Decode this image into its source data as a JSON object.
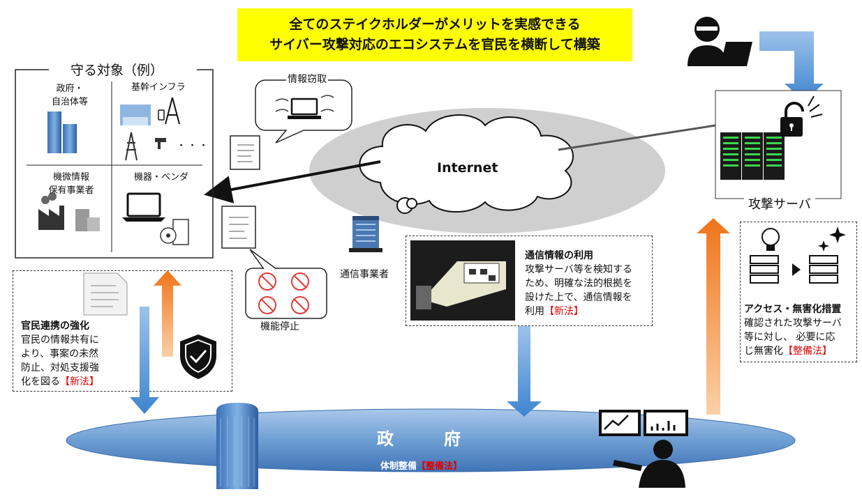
{
  "banner": {
    "line1": "全てのステイクホルダーがメリットを実感できる",
    "line2": "サイバー攻撃対応のエコシステムを官民を横断して構築"
  },
  "protected": {
    "title": "守る対象（例）",
    "government": "政府・\n自治体等",
    "infrastructure": "基幹インフラ",
    "infra_ellipsis": "・・・",
    "sensitive_holders": "機微情報\n保有事業者",
    "equipment_vendors": "機器・ベンダ"
  },
  "info_theft": "情報窃取",
  "function_stop": "機能停止",
  "internet": "Internet",
  "attack_server": "攻撃サーバ",
  "telecom": "通信事業者",
  "collaboration": {
    "title": "官民連携の強化",
    "body": "官民の情報共有に\nより、事案の未然\n防止、対処支援強\n化を図る",
    "tag": "【新法】"
  },
  "comm_info": {
    "title": "通信情報の利用",
    "body": "攻撃サーバ等を検知する\nため、明確な法的根拠を\n設けた上で、通信情報を\n利用",
    "tag": "【新法】"
  },
  "neutralize": {
    "title": "アクセス・無害化措置",
    "body": "確認された攻撃サーバ\n等に対し、 必要に応\nじ無害化",
    "tag": "【整備法】"
  },
  "government": {
    "title": "政　　　府",
    "sub": "体制整備",
    "tag": "【整備法】"
  },
  "colors": {
    "banner": "#ffff00",
    "blue_arrow": "#4a8fd0",
    "orange_arrow": "#f07a1e",
    "red_tag": "#e00000",
    "cloud": "#c8c8c8",
    "disk": "#6f9fd2"
  }
}
